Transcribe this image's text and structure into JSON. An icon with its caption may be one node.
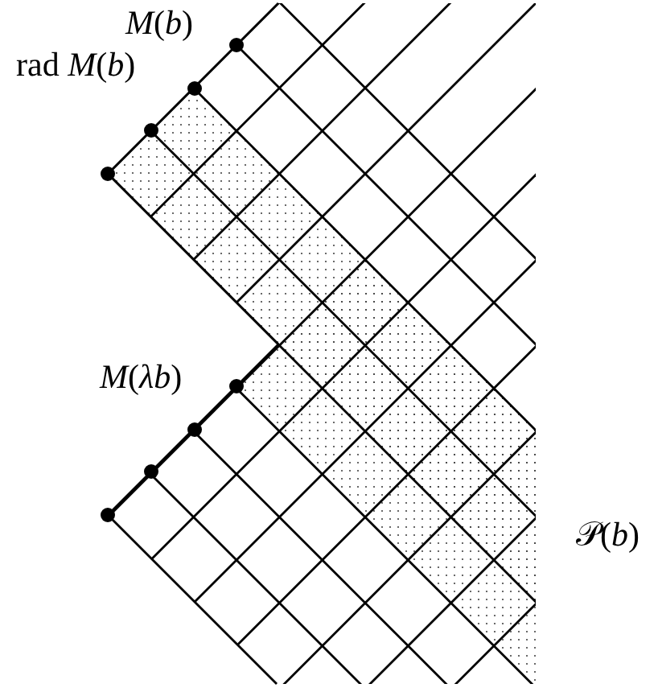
{
  "diagram": {
    "labels": [
      "*M*(*b*)",
      "rad *M*(*b*)",
      "*M*(*λb*)",
      "𝒫(*b*)"
    ]
  }
}
